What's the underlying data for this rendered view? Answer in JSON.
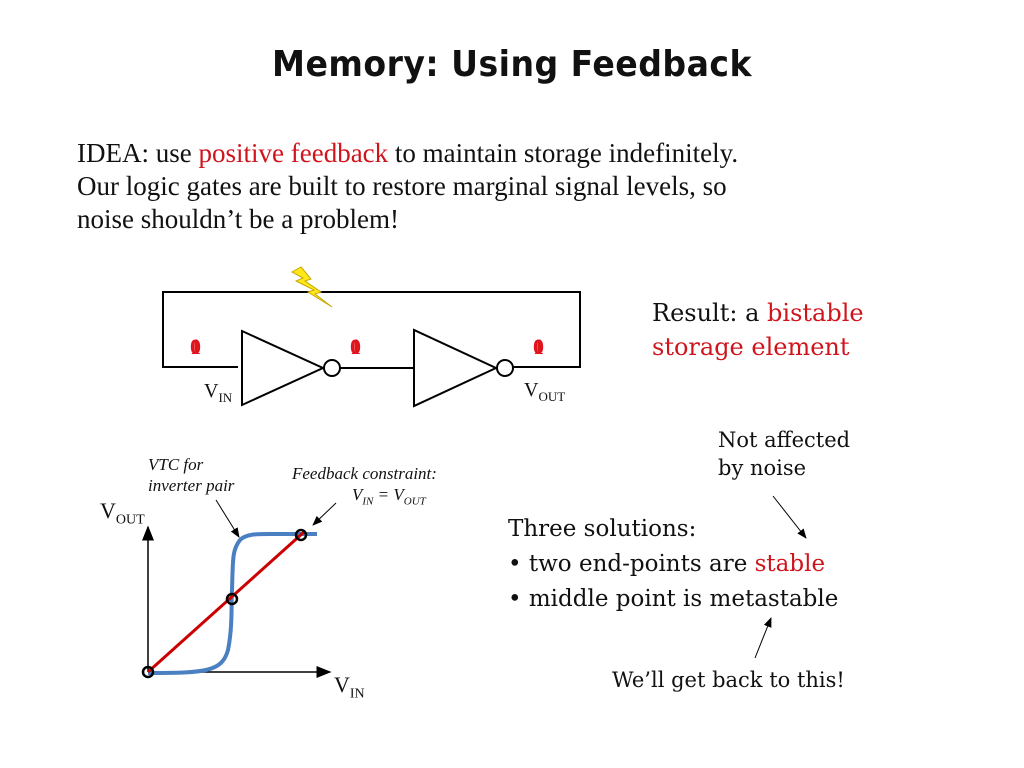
{
  "slide": {
    "title": "Memory: Using Feedback",
    "idea": {
      "prefix": "IDEA: use ",
      "highlight": "positive feedback",
      "suffix": " to maintain storage indefinitely.",
      "line2": "Our logic gates are built to restore marginal signal levels, so",
      "line3": "noise shouldn’t be a problem!"
    },
    "circuit": {
      "noise_icon": "lightning-bolt-icon",
      "node_values": [
        "0/1",
        "1/0",
        "0/1"
      ],
      "vin_label": "V",
      "vin_sub": "IN",
      "vout_label": "V",
      "vout_sub": "OUT"
    },
    "result": {
      "prefix": "Result: a ",
      "highlight": "bistable",
      "line2": "storage element"
    },
    "vtc": {
      "annotation_vtc_line1": "VTC for",
      "annotation_vtc_line2": "inverter pair",
      "annotation_fb_line1": "Feedback constraint:",
      "annotation_fb_eq": "V",
      "annotation_fb_sub1": "IN",
      "annotation_fb_mid": " = V",
      "annotation_fb_sub2": "OUT",
      "yaxis_label": "V",
      "yaxis_sub": "OUT",
      "xaxis_label": "V",
      "xaxis_sub": "IN",
      "colors": {
        "vtc_curve": "#4a7fc1",
        "constraint_line": "#cc0000"
      }
    },
    "notes": {
      "top_line1": "Not affected",
      "top_line2": "by noise",
      "bottom": "We’ll get back to this!"
    },
    "solutions": {
      "heading": "Three solutions:",
      "bullet1_prefix": "• two end-points are ",
      "bullet1_highlight": "stable",
      "bullet2": "• middle point is metastable"
    }
  }
}
